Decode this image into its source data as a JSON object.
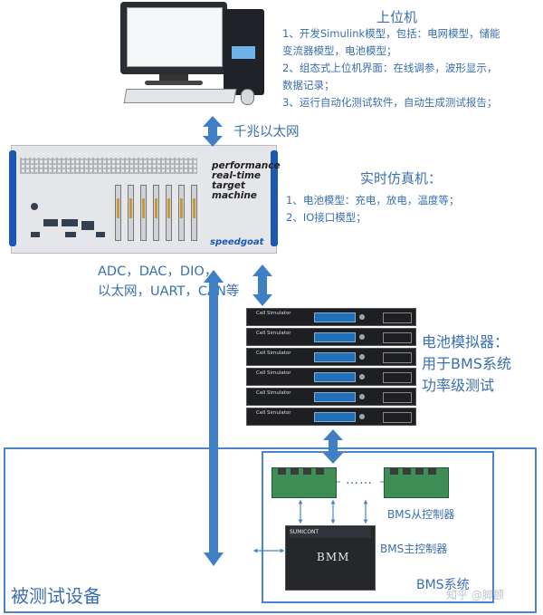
{
  "host_pc": {
    "title": "上位机",
    "lines": [
      "1、开发Simulink模型，包括：电网模型，储能",
      "变流器模型，电池模型；",
      "2、组态式上位机界面：在线调参，波形显示，",
      "数据记录；",
      "3、运行自动化测试软件，自动生成测试报告；"
    ]
  },
  "link_host_target": "千兆以太网",
  "target_machine": {
    "title": "实时仿真机：",
    "lines": [
      "1、电池模型：充电，放电，温度等；",
      "2、IO接口模型；"
    ],
    "brand_lines": [
      "performance",
      "real-time",
      "target",
      "machine"
    ],
    "logo": "speedgoat"
  },
  "interfaces": [
    "ADC，DAC，DIO，",
    "以太网，UART，CAN等"
  ],
  "battery_simulator": {
    "lines": [
      "电池模拟器：",
      "用于BMS系统",
      "功率级测试"
    ],
    "unit_label": "Cell Simulator",
    "unit_count": 6
  },
  "bms": {
    "slave_label": "BMS从控制器",
    "master_label": "BMS主控制器",
    "system_label": "BMS系统",
    "ellipsis": "……",
    "master_unit_text": "BMM",
    "master_brand": "SUMICONT"
  },
  "dut_label": "被测试设备",
  "watermark": "知乎 @脚颤",
  "colors": {
    "accent": "#3a6fb0",
    "arrow": "#3f7fc6",
    "frame": "#4a84cc"
  }
}
